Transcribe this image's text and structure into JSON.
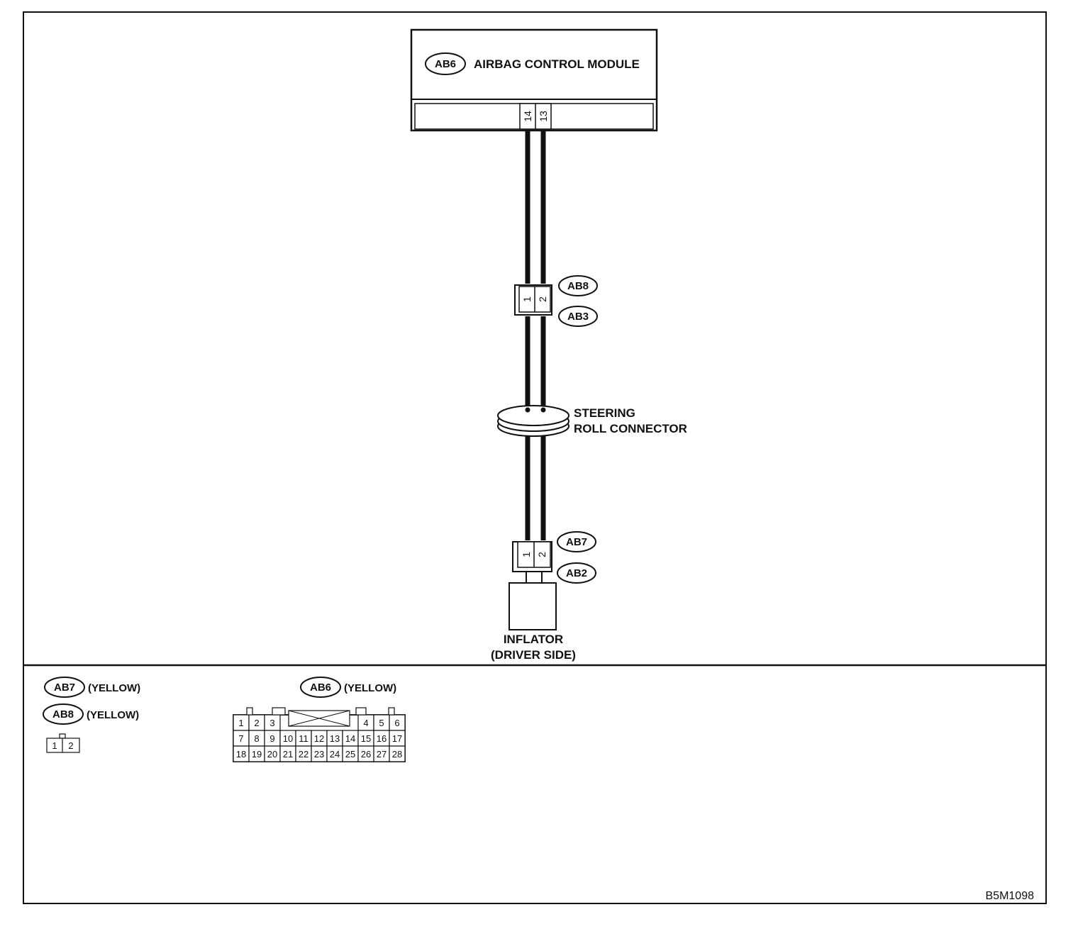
{
  "module": {
    "code": "AB6",
    "title": "AIRBAG CONTROL MODULE",
    "pins": [
      "14",
      "13"
    ]
  },
  "connector_upper": {
    "top_code": "AB8",
    "bottom_code": "AB3",
    "pins": [
      "1",
      "2"
    ]
  },
  "steering_roll": {
    "line1": "STEERING",
    "line2": "ROLL CONNECTOR"
  },
  "connector_lower": {
    "top_code": "AB7",
    "bottom_code": "AB2",
    "pins": [
      "1",
      "2"
    ]
  },
  "inflator": {
    "line1": "INFLATOR",
    "line2": "(DRIVER SIDE)"
  },
  "legend": {
    "left": [
      {
        "code": "AB7",
        "color": "(YELLOW)"
      },
      {
        "code": "AB8",
        "color": "(YELLOW)"
      }
    ],
    "small_connector_pins": [
      "1",
      "2"
    ],
    "ab6": {
      "code": "AB6",
      "color": "(YELLOW)",
      "row1_left": [
        "1",
        "2",
        "3"
      ],
      "row1_right": [
        "4",
        "5",
        "6"
      ],
      "row2": [
        "7",
        "8",
        "9",
        "10",
        "11",
        "12",
        "13",
        "14",
        "15",
        "16",
        "17"
      ],
      "row3": [
        "18",
        "19",
        "20",
        "21",
        "22",
        "23",
        "24",
        "25",
        "26",
        "27",
        "28"
      ]
    }
  },
  "figure_code": "B5M1098"
}
